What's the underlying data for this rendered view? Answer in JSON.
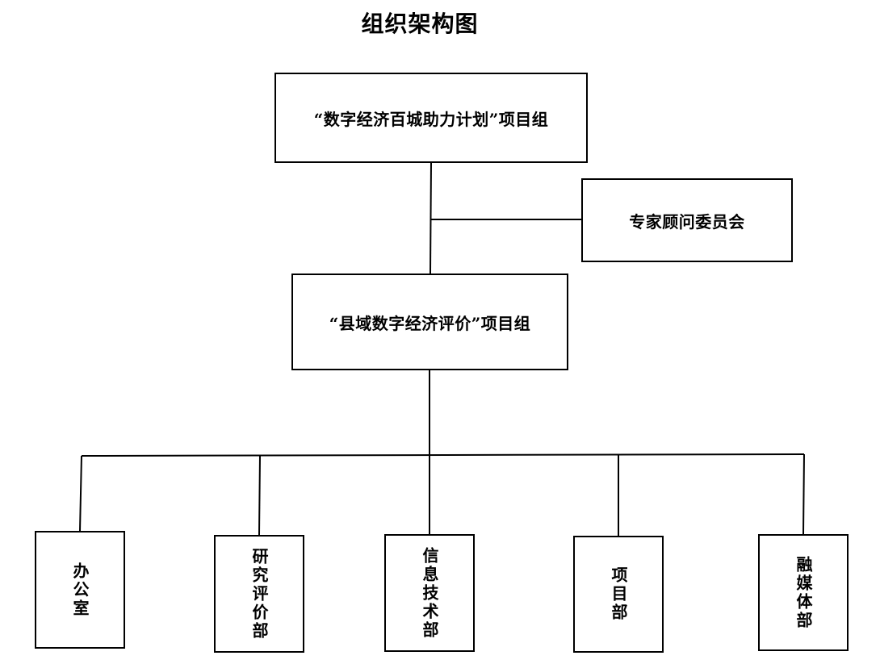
{
  "diagram": {
    "title": "组织架构图",
    "top_group": "“数字经济百城助力计划”项目组",
    "advisory_committee": "专家顾问委员会",
    "sub_group": "“县域数字经济评价”项目组",
    "departments": [
      "办公室",
      "研究评价部",
      "信息技术部",
      "项目部",
      "融媒体部"
    ]
  }
}
